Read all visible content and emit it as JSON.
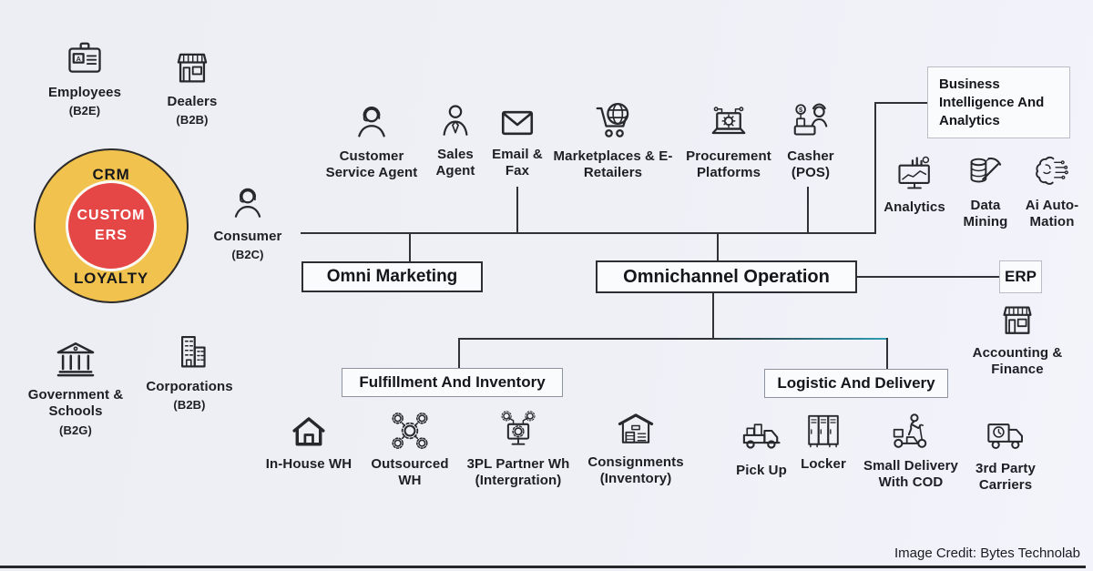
{
  "credit": "Image Credit: Bytes Technolab",
  "colors": {
    "background": "#eef0f6",
    "crm_outer": "#F2C24E",
    "crm_inner": "#E54747",
    "line": "#2F3237",
    "line_accent": "#2E9FB4"
  },
  "crm": {
    "top_label": "CRM",
    "center_label": "CUSTOMERS",
    "bottom_label": "LOYALTY"
  },
  "boxes": {
    "business_intelligence": "Business Intelligence And Analytics",
    "omni_marketing": "Omni Marketing",
    "omnichannel_operation": "Omnichannel Operation",
    "erp": "ERP",
    "fulfillment": "Fulfillment And Inventory",
    "logistics": "Logistic And Delivery"
  },
  "nodes": {
    "employees": {
      "icon": "id-badge-icon",
      "label": "Employees",
      "sub": "(B2E)"
    },
    "dealers": {
      "icon": "storefront-icon",
      "label": "Dealers",
      "sub": "(B2B)"
    },
    "consumer": {
      "icon": "headset-person-icon",
      "label": "Consumer",
      "sub": "(B2C)"
    },
    "customer_service_agent": {
      "icon": "headset-agent-icon",
      "label": "Customer Service Agent"
    },
    "sales_agent": {
      "icon": "person-tie-icon",
      "label": "Sales Agent"
    },
    "email_fax": {
      "icon": "envelope-icon",
      "label": "Email & Fax"
    },
    "marketplaces": {
      "icon": "globe-cart-icon",
      "label": "Marketplaces & E-Retailers"
    },
    "procurement": {
      "icon": "laptop-gear-icon",
      "label": "Procurement Platforms"
    },
    "casher_pos": {
      "icon": "cashier-icon",
      "label": "Casher (POS)"
    },
    "analytics": {
      "icon": "analytics-monitor-icon",
      "label": "Analytics"
    },
    "data_mining": {
      "icon": "pickaxe-database-icon",
      "label": "Data Mining"
    },
    "ai_automation": {
      "icon": "ai-brain-icon",
      "label": "Ai Auto-Mation"
    },
    "accounting": {
      "icon": "storefront-icon",
      "label": "Accounting & Finance"
    },
    "government": {
      "icon": "bank-icon",
      "label": "Government & Schools",
      "sub": "(B2G)"
    },
    "corporations": {
      "icon": "buildings-icon",
      "label": "Corporations",
      "sub": "(B2B)"
    },
    "inhouse_wh": {
      "icon": "house-icon",
      "label": "In-House WH"
    },
    "outsourced_wh": {
      "icon": "gear-network-icon",
      "label": "Outsourced WH"
    },
    "three_pl": {
      "icon": "monitor-gear-icon",
      "label": "3PL Partner Wh (Intergration)"
    },
    "consignments": {
      "icon": "warehouse-icon",
      "label": "Consignments (Inventory)"
    },
    "pick_up": {
      "icon": "pickup-truck-icon",
      "label": "Pick Up"
    },
    "locker": {
      "icon": "locker-icon",
      "label": "Locker"
    },
    "small_delivery": {
      "icon": "scooter-delivery-icon",
      "label": "Small Delivery With COD"
    },
    "third_party": {
      "icon": "delivery-truck-icon",
      "label": "3rd Party Carriers"
    }
  }
}
